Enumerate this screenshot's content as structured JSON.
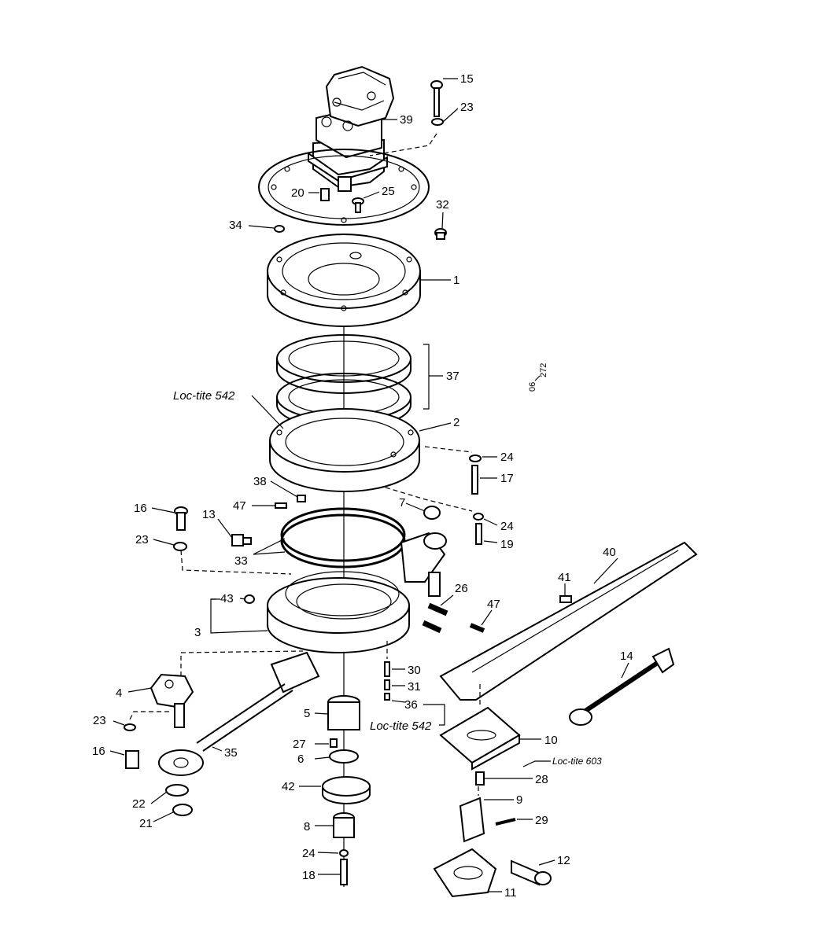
{
  "drawing_ref": {
    "top": "06",
    "bottom": "272"
  },
  "notes": {
    "loctite_542_upper": "Loc-tite 542",
    "loctite_542_lower": "Loc-tite 542",
    "loctite_603": "Loc-tite 603"
  },
  "labels": {
    "p1": "1",
    "p2": "2",
    "p3": "3",
    "p4": "4",
    "p5": "5",
    "p6": "6",
    "p7": "7",
    "p8": "8",
    "p9": "9",
    "p10": "10",
    "p11": "11",
    "p12": "12",
    "p13": "13",
    "p14": "14",
    "p15": "15",
    "p16a": "16",
    "p16b": "16",
    "p17": "17",
    "p18": "18",
    "p19": "19",
    "p20": "20",
    "p21": "21",
    "p22": "22",
    "p23a": "23",
    "p23b": "23",
    "p23c": "23",
    "p24a": "24",
    "p24b": "24",
    "p24c": "24",
    "p25": "25",
    "p26": "26",
    "p27": "27",
    "p28": "28",
    "p29": "29",
    "p30": "30",
    "p31": "31",
    "p32": "32",
    "p33": "33",
    "p34": "34",
    "p35": "35",
    "p36": "36",
    "p37": "37",
    "p38": "38",
    "p39": "39",
    "p40": "40",
    "p41": "41",
    "p42": "42",
    "p43": "43",
    "p47a": "47",
    "p47b": "47"
  }
}
